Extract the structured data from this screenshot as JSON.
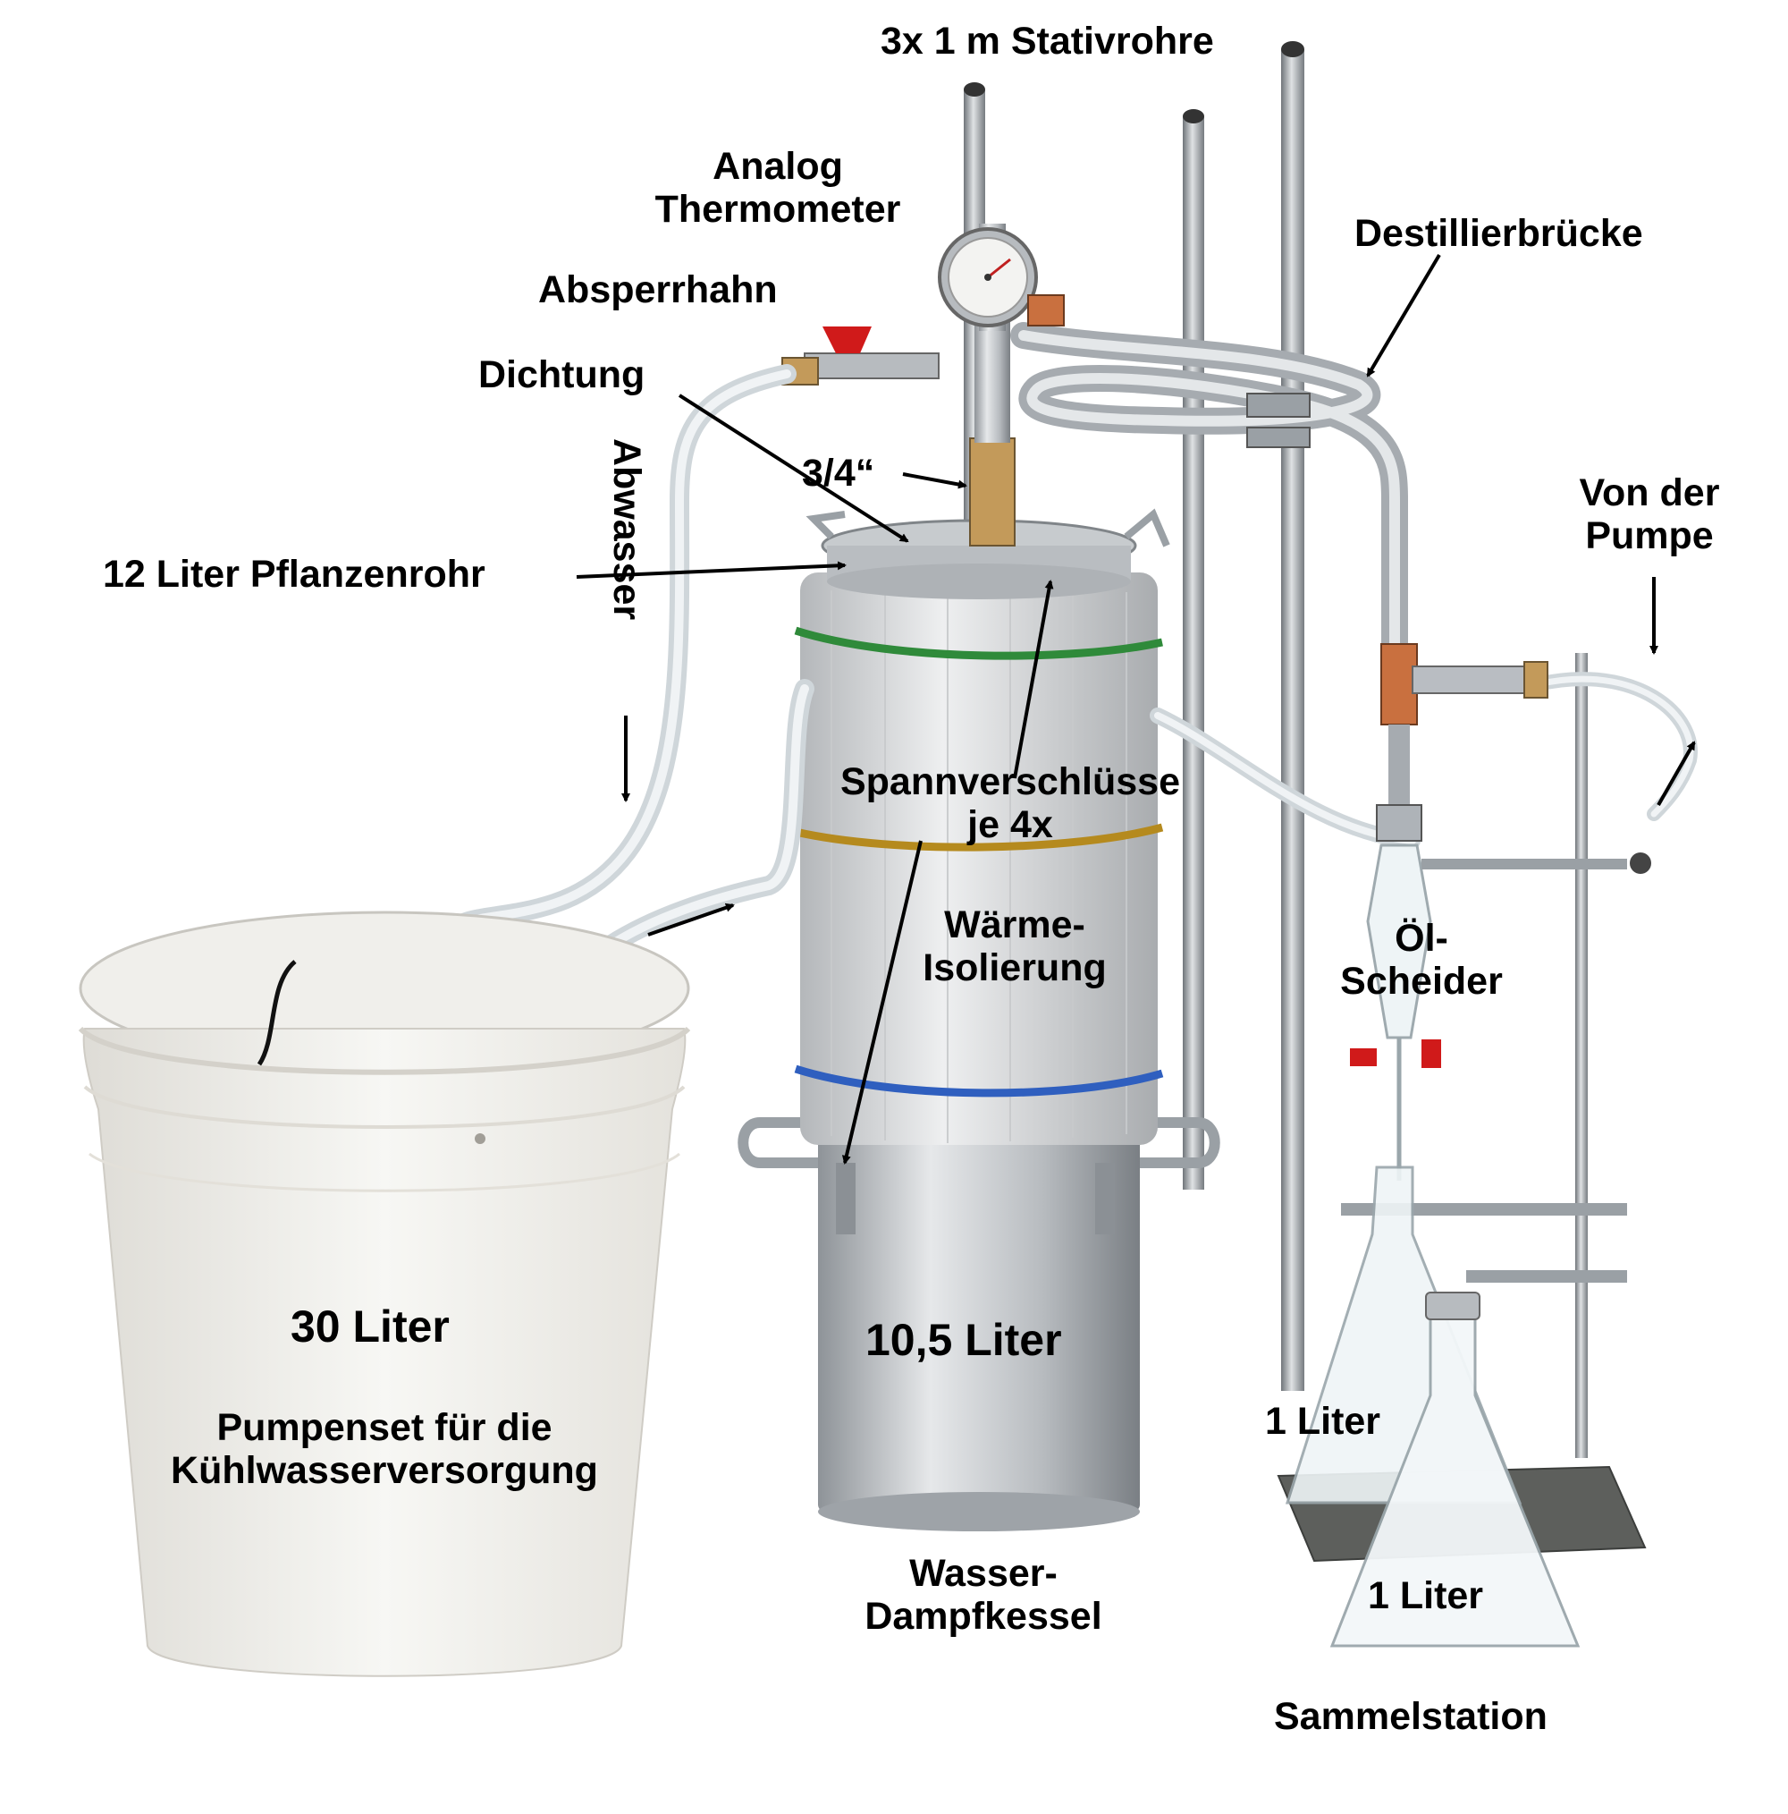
{
  "labels": {
    "stativrohre": "3x 1 m Stativrohre",
    "thermometer": [
      "Analog",
      "Thermometer"
    ],
    "destillierbruecke": "Destillierbrücke",
    "absperrhahn": "Absperrhahn",
    "dichtung": "Dichtung",
    "gewinde": "3/4“",
    "abwasser": "Abwasser",
    "pflanzenrohr": "12 Liter Pflanzenrohr",
    "von_der_pumpe": [
      "Von der",
      "Pumpe"
    ],
    "spannverschluesse": [
      "Spannverschlüsse",
      "je 4x"
    ],
    "waermeisolierung": [
      "Wärme-",
      "Isolierung"
    ],
    "oelscheider": [
      "Öl-",
      "Scheider"
    ],
    "bucket_volume": "30 Liter",
    "pumpenset": [
      "Pumpenset für die",
      "Kühlwasserversorgung"
    ],
    "kessel_volume": "10,5 Liter",
    "kessel": [
      "Wasser-",
      "Dampfkessel"
    ],
    "flask_1": "1 Liter",
    "flask_2": "1 Liter",
    "sammelstation": "Sammelstation"
  },
  "colors": {
    "steel": "#b9bdc2",
    "steel_dark": "#7e8489",
    "insulation": "#d8dadc",
    "bucket": "#f3f3f0",
    "copper": "#c9703f",
    "hose": "#e6ecef",
    "strap_green": "#2f8a3a",
    "strap_yellow": "#b58a1e",
    "strap_blue": "#2f5fbf",
    "valve_red": "#d01a1a"
  },
  "icons": [
    "thermometer-icon",
    "valve-icon",
    "arrow-icon"
  ]
}
